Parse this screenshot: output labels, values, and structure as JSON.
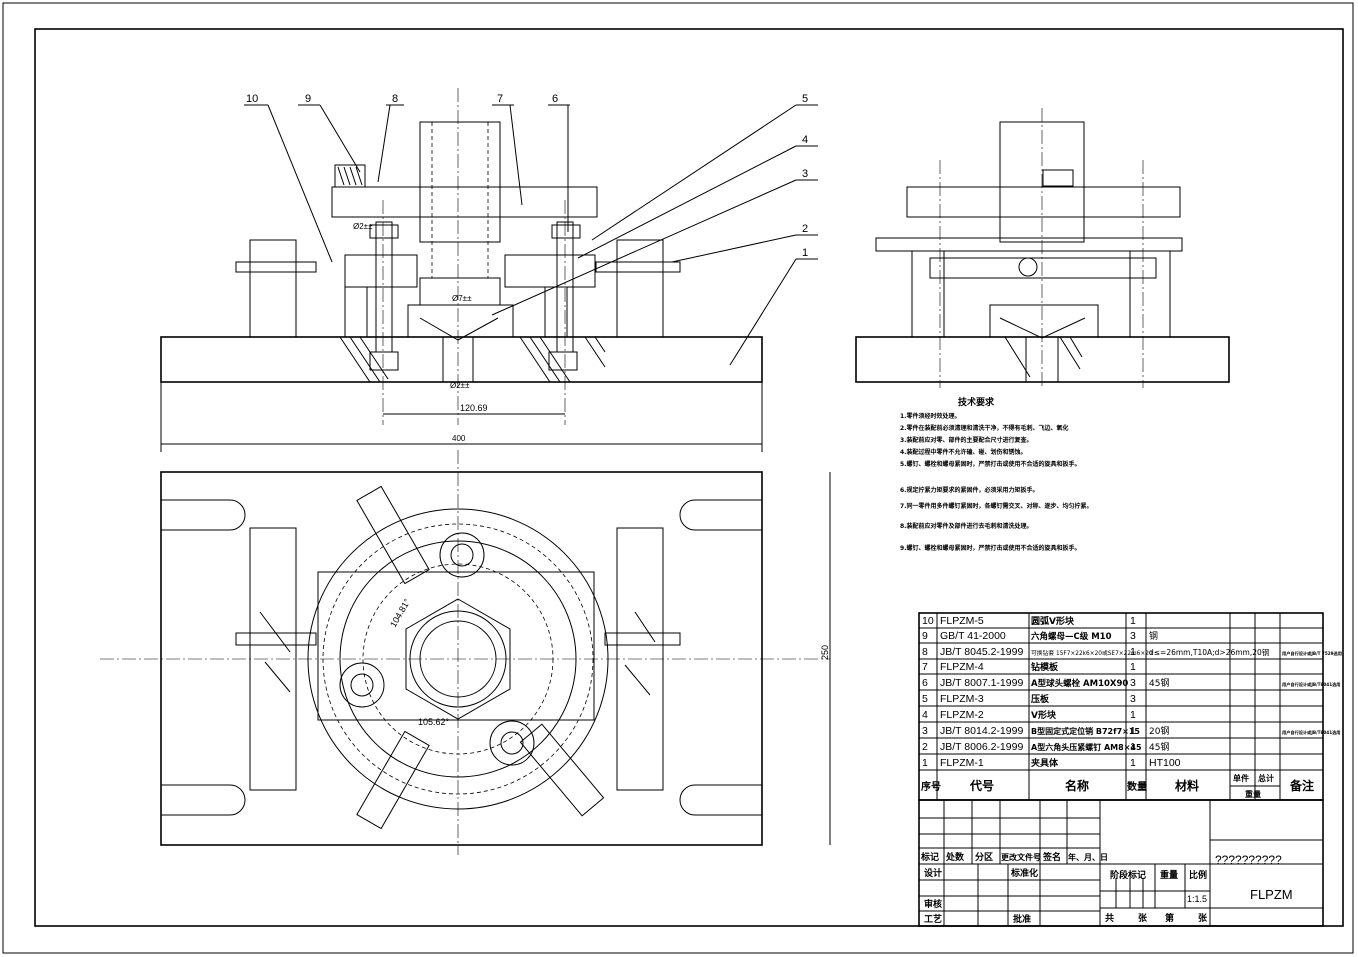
{
  "callouts": [
    "10",
    "9",
    "8",
    "7",
    "6",
    "5",
    "4",
    "3",
    "2",
    "1"
  ],
  "dimensions": {
    "d1": "Ø2±±",
    "d2": "Ø7±±",
    "d3": "Ø2±±",
    "pitch": "120.69",
    "length": "400",
    "height": "250",
    "ang1": "104.81°",
    "ang2": "105.62°"
  },
  "tech_requirements": {
    "title": "技术要求",
    "lines": [
      "1.零件须经时效处理。",
      "2.零件在装配前必须清理和清洗干净，不得有毛刺、飞边、氧化",
      "3.装配前应对零、部件的主要配合尺寸进行复查。",
      "4.装配过程中零件不允许磕、碰、划伤和锈蚀。",
      "5.螺钉、螺栓和螺母紧固时，严禁打击或使用不合适的旋具和扳手。",
      "6.规定拧紧力矩要求的紧固件，必须采用力矩扳手。",
      "7.同一零件用多件螺钉紧固时，各螺钉需交叉、对称、逐步、均匀拧紧。",
      "8.装配前应对零件及部件进行去毛刺和清洗处理。",
      "9.螺钉、螺栓和螺母紧固时，严禁打击或使用不合适的旋具和扳手。"
    ]
  },
  "bom": {
    "headers": {
      "seq": "序号",
      "code": "代号",
      "name": "名称",
      "qty": "数量",
      "material": "材料",
      "unit": "单件",
      "total": "总计",
      "weight": "重量",
      "remark": "备注"
    },
    "rows": [
      {
        "seq": "10",
        "code": "FLPZM-5",
        "name": "圆弧V形块",
        "qty": "1",
        "material": "",
        "remark": ""
      },
      {
        "seq": "9",
        "code": "GB/T 41-2000",
        "name": "六角螺母—C级 M10",
        "qty": "3",
        "material": "钢",
        "remark": ""
      },
      {
        "seq": "8",
        "code": "JB/T 8045.2-1999",
        "name": "可换钻套 15F7×22k6×20或SE7×22m6×20",
        "qty": "1",
        "material": "d≤=26mm,T10A;d>26mm,20钢",
        "remark": "用户自行设计或JB/T 7529选用"
      },
      {
        "seq": "7",
        "code": "FLPZM-4",
        "name": "钻模板",
        "qty": "1",
        "material": "",
        "remark": ""
      },
      {
        "seq": "6",
        "code": "JB/T 8007.1-1999",
        "name": "A型球头螺栓 AM10X90",
        "qty": "3",
        "material": "45钢",
        "remark": "用户自行设计或JB/T8041选用"
      },
      {
        "seq": "5",
        "code": "FLPZM-3",
        "name": "压板",
        "qty": "3",
        "material": "",
        "remark": ""
      },
      {
        "seq": "4",
        "code": "FLPZM-2",
        "name": "V形块",
        "qty": "1",
        "material": "",
        "remark": ""
      },
      {
        "seq": "3",
        "code": "JB/T 8014.2-1999",
        "name": "B型固定式定位销 B72f7×15",
        "qty": "1",
        "material": "20钢",
        "remark": "用户自行设计或JB/T8041选用"
      },
      {
        "seq": "2",
        "code": "JB/T 8006.2-1999",
        "name": "A型六角头压紧螺钉 AM8×45",
        "qty": "1",
        "material": "45钢",
        "remark": ""
      },
      {
        "seq": "1",
        "code": "FLPZM-1",
        "name": "夹具体",
        "qty": "1",
        "material": "HT100",
        "remark": ""
      }
    ]
  },
  "title_block": {
    "biaoji": "标记",
    "chushu": "处数",
    "fenqu": "分区",
    "genggai": "更改文件号",
    "qianming": "签名",
    "nianyueri": "年、月、日",
    "sheji": "设计",
    "biaozhunhua": "标准化",
    "shenhe": "审核",
    "gongyi": "工艺",
    "pizhun": "批准",
    "jieduan": "阶段标记",
    "zhongliang": "重量",
    "bili": "比例",
    "scale": "1:1.5",
    "gong": "共",
    "zhang": "张",
    "di": "第",
    "drawing_name": "??????????",
    "drawing_code": "FLPZM"
  }
}
